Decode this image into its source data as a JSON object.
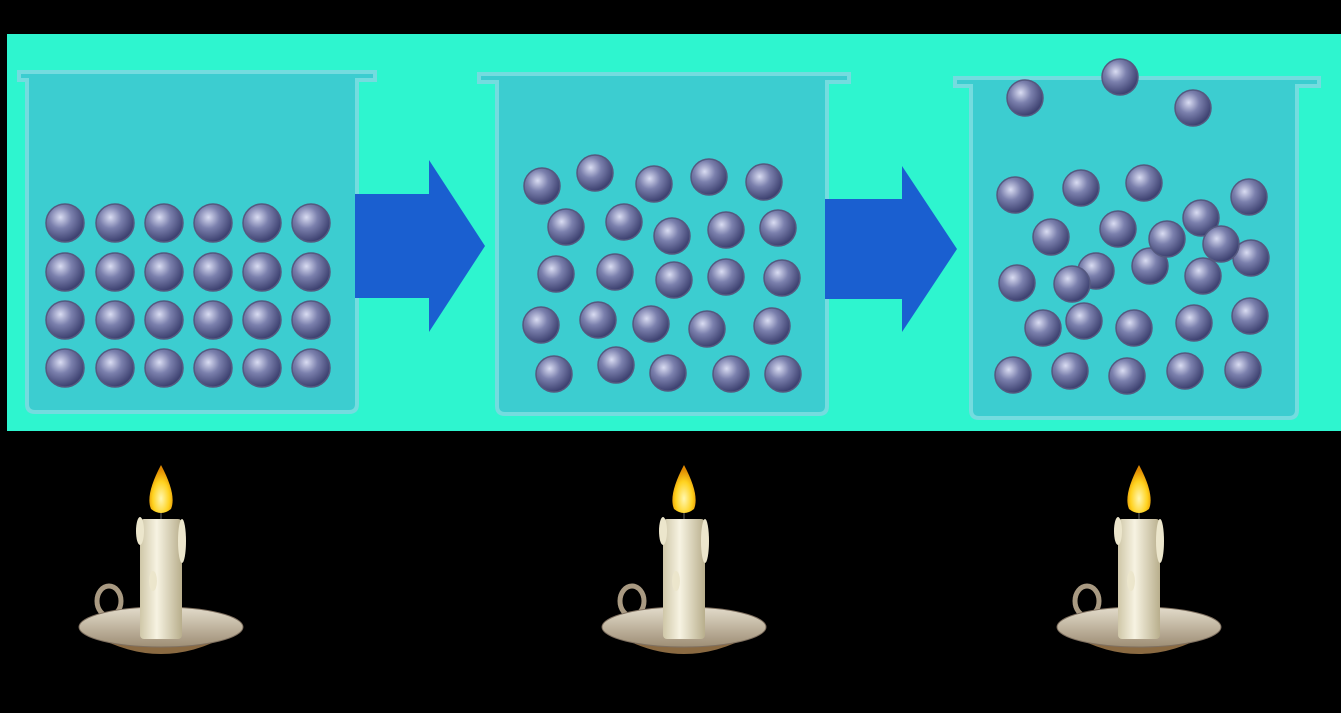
{
  "colors": {
    "background": "#000000",
    "panel": "#2ef5cf",
    "beaker_fill": "#3ccdd0",
    "beaker_outline": "#74dcdf",
    "particle": "#7b80ad",
    "particle_highlight": "#d9dcf2",
    "particle_shadow": "#3d4170",
    "arrow": "#1a5fd0",
    "candle_wax": "#f3eed8",
    "candle_flame": "#ffd21e",
    "holder": "#b9a58b",
    "holder_dark": "#8a6a42"
  },
  "diagram": {
    "stages": [
      {
        "state": "solid",
        "particle_count": 24
      },
      {
        "state": "liquid",
        "particle_count": 25
      },
      {
        "state": "gas",
        "particle_count": 28
      }
    ],
    "arrows": 2,
    "candles": 3
  }
}
